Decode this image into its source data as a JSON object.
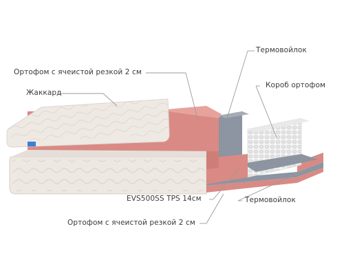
{
  "labels": {
    "ortofom_top": "Ортофом с ячеистой резкой 2 см",
    "jacquard": "Жаккард",
    "termovoilok_top": "Термовойлок",
    "korob_ortofom": "Короб ортофом",
    "evs": "EVS500SS TPS 14см",
    "termovoilok_bottom": "Термовойлок",
    "ortofom_bottom": "Ортофом с ячеистой резкой 2 см"
  },
  "colors": {
    "fabric": "#efe9e4",
    "foam_pink": "#d98a84",
    "felt_grey": "#8e97a3",
    "spring_white": "#f2f2f2",
    "leader_line": "#9a9a9a",
    "tag_blue": "#3d7fd6"
  }
}
